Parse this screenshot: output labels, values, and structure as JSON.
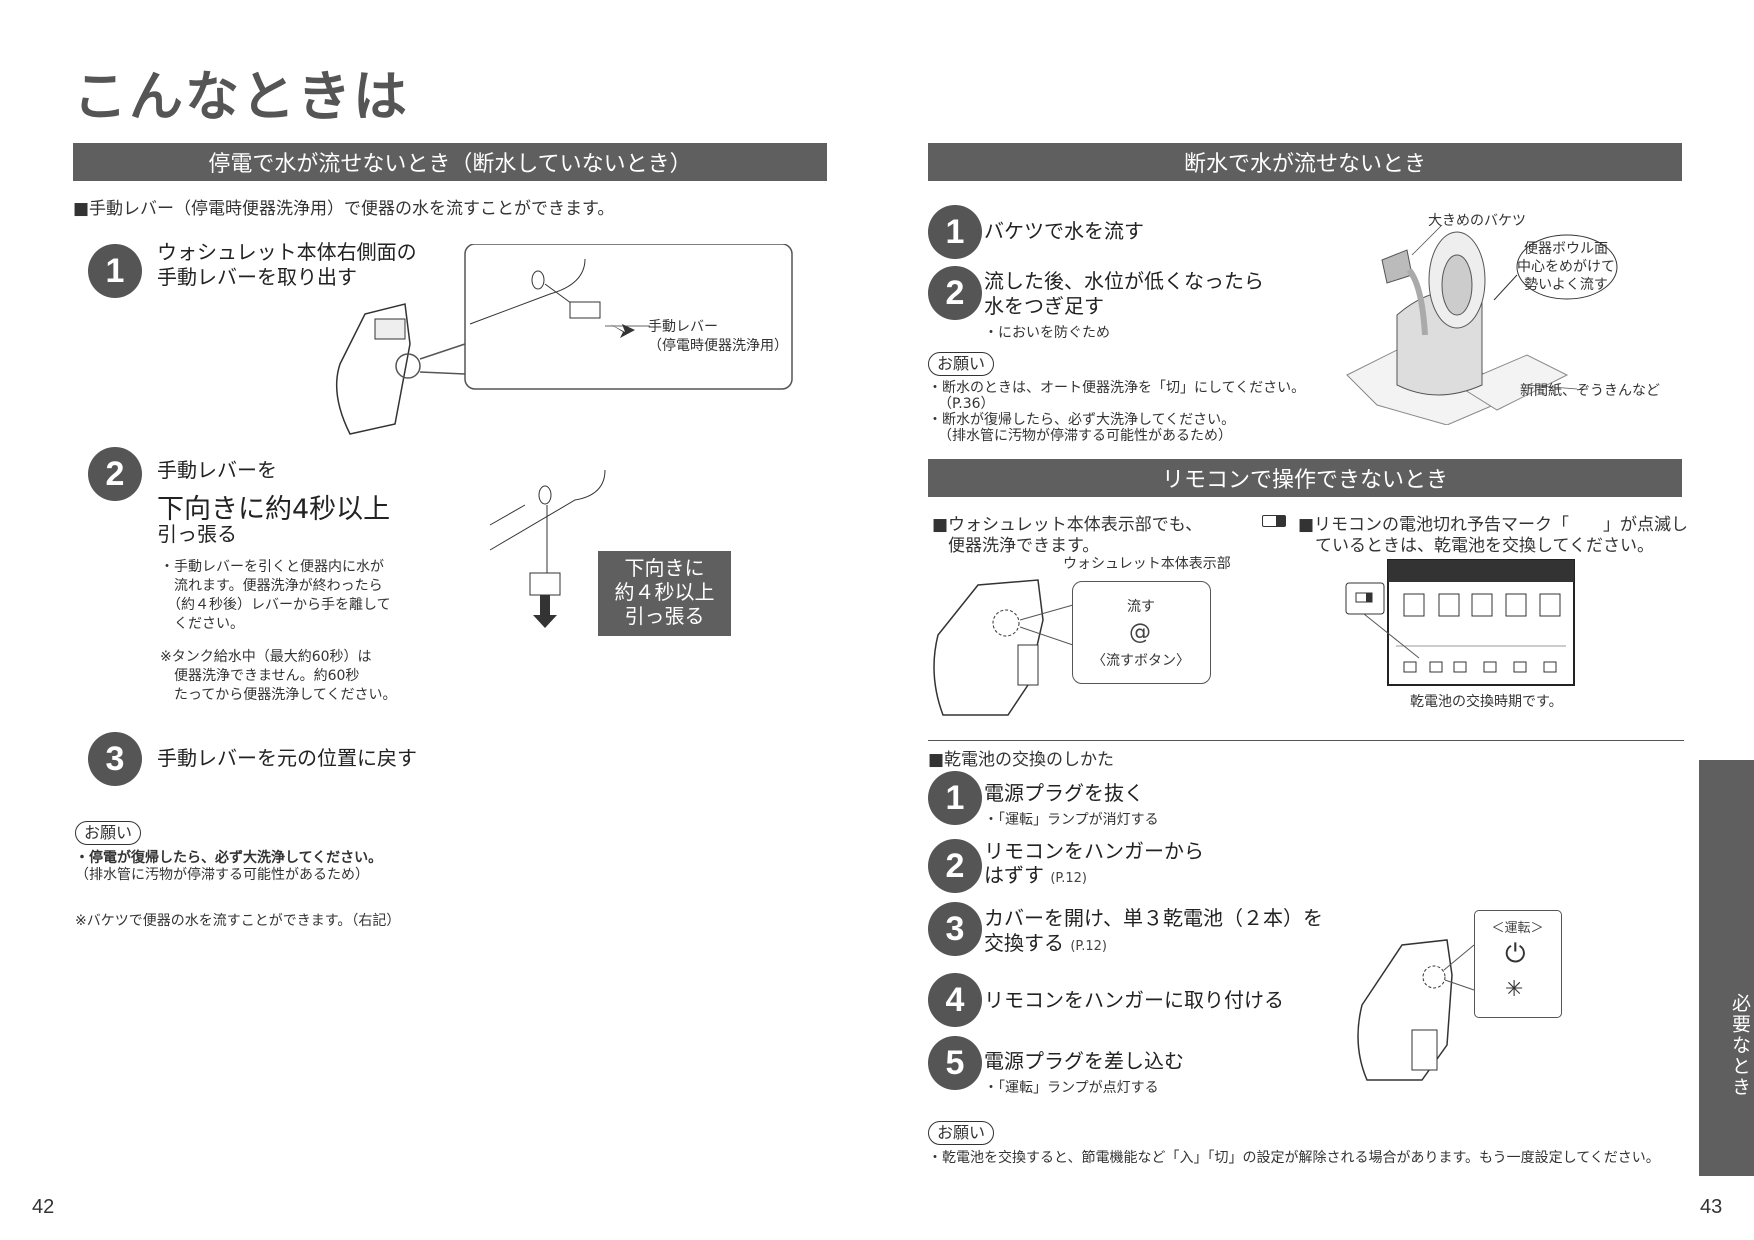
{
  "title": "こんなときは",
  "left": {
    "header": "停電で水が流せないとき（断水していないとき）",
    "intro": "■手動レバー（停電時便器洗浄用）で便器の水を流すことができます。",
    "step1": {
      "num": "1",
      "line1": "ウォシュレット本体右側面の",
      "line2": "手動レバーを取り出す",
      "callout_label1": "手動レバー",
      "callout_label2": "（停電時便器洗浄用）"
    },
    "step2": {
      "num": "2",
      "line1": "手動レバーを",
      "line2": "下向きに約4秒以上",
      "line3": "引っ張る",
      "bullets": [
        "・手動レバーを引くと便器内に水が",
        "　流れます。便器洗浄が終わったら",
        "　（約４秒後）レバーから手を離して",
        "　ください。"
      ],
      "note": [
        "※タンク給水中（最大約60秒）は",
        "　便器洗浄できません。約60秒",
        "　たってから便器洗浄してください。"
      ],
      "box": [
        "下向きに",
        "約４秒以上",
        "引っ張る"
      ]
    },
    "step3": {
      "num": "3",
      "text": "手動レバーを元の位置に戻す"
    },
    "onegai": {
      "label": "お願い",
      "line1": "・停電が復帰したら、必ず大洗浄してください。",
      "line2": "（排水管に汚物が停滞する可能性があるため）"
    },
    "footnote": "※バケツで便器の水を流すことができます。（右記）",
    "page": "42"
  },
  "right": {
    "header1": "断水で水が流せないとき",
    "step1": {
      "num": "1",
      "text": "バケツで水を流す"
    },
    "step2": {
      "num": "2",
      "line1": "流した後、水位が低くなったら",
      "line2": "水をつぎ足す",
      "bullet": "・においを防ぐため"
    },
    "illus": {
      "bucket": "大きめのバケツ",
      "bubble": [
        "便器ボウル面",
        "中心をめがけて",
        "勢いよく流す"
      ],
      "paper": "新聞紙、ぞうきんなど"
    },
    "onegai1": {
      "label": "お願い",
      "lines": [
        "・断水のときは、オート便器洗浄を「切」にしてください。",
        "（P.36）",
        "・断水が復帰したら、必ず大洗浄してください。",
        "（排水管に汚物が停滞する可能性があるため）"
      ]
    },
    "header2": "リモコンで操作できないとき",
    "washlet": {
      "line1": "■ウォシュレット本体表示部でも、",
      "line2": "便器洗浄できます。",
      "label": "ウォシュレット本体表示部",
      "btn": "流す",
      "btn_caption": "〈流すボタン〉"
    },
    "remote": {
      "line1": "■リモコンの電池切れ予告マーク「　　」が点滅し",
      "line2": "ているときは、乾電池を交換してください。",
      "caption": "乾電池の交換時期です。"
    },
    "battery": {
      "heading": "■乾電池の交換のしかた",
      "steps": [
        {
          "num": "1",
          "line1": "電源プラグを抜く",
          "line2": "",
          "ref": "",
          "sub": "・「運転」ランプが消灯する"
        },
        {
          "num": "2",
          "line1": "リモコンをハンガーから",
          "line2": "はずす",
          "ref": "(P.12)",
          "sub": ""
        },
        {
          "num": "3",
          "line1": "カバーを開け、単３乾電池（２本）を",
          "line2": "交換する",
          "ref": "(P.12)",
          "sub": ""
        },
        {
          "num": "4",
          "line1": "リモコンをハンガーに取り付ける",
          "line2": "",
          "ref": "",
          "sub": ""
        },
        {
          "num": "5",
          "line1": "電源プラグを差し込む",
          "line2": "",
          "ref": "",
          "sub": "・「運転」ランプが点灯する"
        }
      ],
      "lamp_label": "＜運転＞"
    },
    "onegai2": {
      "label": "お願い",
      "line": "・乾電池を交換すると、節電機能など「入」「切」の設定が解除される場合があります。もう一度設定してください。"
    },
    "side_tab": "必要なとき",
    "page": "43"
  },
  "colors": {
    "bar": "#5f5f5f",
    "text": "#333333",
    "circle": "#555555"
  }
}
